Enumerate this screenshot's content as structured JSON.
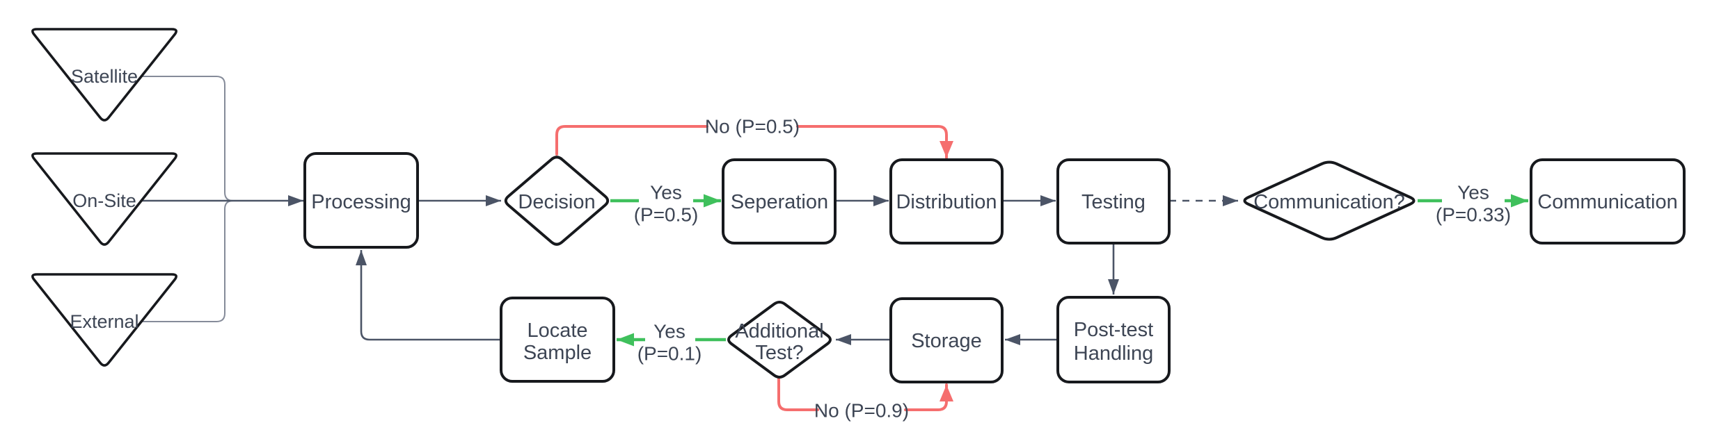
{
  "diagram": {
    "sources": [
      {
        "label": "Satellite"
      },
      {
        "label": "On-Site"
      },
      {
        "label": "External"
      }
    ],
    "nodes": {
      "processing": {
        "label": "Processing"
      },
      "decision": {
        "label": "Decision"
      },
      "seperation": {
        "label": "Seperation"
      },
      "distribution": {
        "label": "Distribution"
      },
      "testing": {
        "label": "Testing"
      },
      "communication_q": {
        "label": "Communication?"
      },
      "communication": {
        "label": "Communication"
      },
      "post_test": {
        "line1": "Post-test",
        "line2": "Handling"
      },
      "storage": {
        "label": "Storage"
      },
      "additional_test": {
        "line1": "Additional",
        "line2": "Test?"
      },
      "locate_sample": {
        "line1": "Locate",
        "line2": "Sample"
      }
    },
    "edge_labels": {
      "decision_yes": {
        "line1": "Yes",
        "line2": "(P=0.5)"
      },
      "decision_no": {
        "label": "No (P=0.5)"
      },
      "comm_yes": {
        "line1": "Yes",
        "line2": "(P=0.33)"
      },
      "additional_yes": {
        "line1": "Yes",
        "line2": "(P=0.1)"
      },
      "additional_no": {
        "label": "No (P=0.9)"
      }
    },
    "colors": {
      "node_stroke": "#17191d",
      "node_fill": "#ffffff",
      "text": "#3d4554",
      "edge": "#4b5466",
      "edge_muted": "#858b99",
      "edge_no": "#f56e6e",
      "edge_yes": "#3fc05c"
    }
  }
}
